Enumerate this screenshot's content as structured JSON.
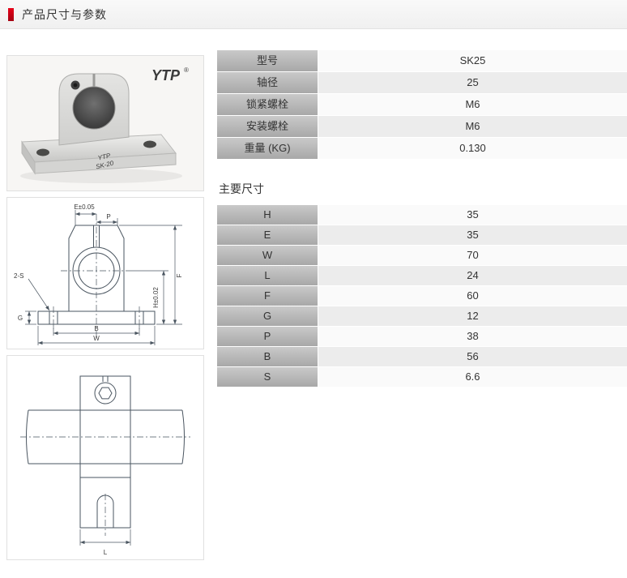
{
  "header": {
    "title": "产品尺寸与参数"
  },
  "photo": {
    "logo": "YTP",
    "reg": "®",
    "marking_line1": "YTP",
    "marking_line2": "SK-20"
  },
  "front_view": {
    "e_label": "E±0.05",
    "p_label": "P",
    "s_label": "2-S",
    "g_label": "G",
    "b_label": "B",
    "w_label": "W",
    "f_label": "F",
    "h_label": "H±0.02"
  },
  "side_view": {
    "l_label": "L"
  },
  "spec_table": {
    "rows": [
      {
        "label": "型号",
        "value": "SK25"
      },
      {
        "label": "轴径",
        "value": "25"
      },
      {
        "label": "锁紧螺栓",
        "value": "M6"
      },
      {
        "label": "安装螺栓",
        "value": "M6"
      },
      {
        "label": "重量 (KG)",
        "value": "0.130"
      }
    ]
  },
  "dimensions": {
    "heading": "主要尺寸",
    "rows": [
      {
        "label": "H",
        "value": "35"
      },
      {
        "label": "E",
        "value": "35"
      },
      {
        "label": "W",
        "value": "70"
      },
      {
        "label": "L",
        "value": "24"
      },
      {
        "label": "F",
        "value": "60"
      },
      {
        "label": "G",
        "value": "12"
      },
      {
        "label": "P",
        "value": "38"
      },
      {
        "label": "B",
        "value": "56"
      },
      {
        "label": "S",
        "value": "6.6"
      }
    ]
  }
}
